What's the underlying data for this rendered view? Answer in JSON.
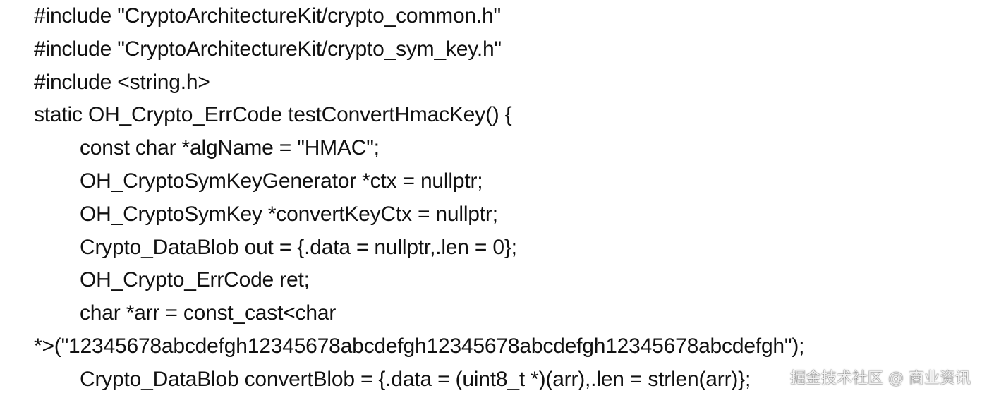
{
  "code": {
    "lines": [
      "#include \"CryptoArchitectureKit/crypto_common.h\"",
      "#include \"CryptoArchitectureKit/crypto_sym_key.h\"",
      "#include <string.h>",
      "static OH_Crypto_ErrCode testConvertHmacKey() {",
      "const char *algName = \"HMAC\";",
      "OH_CryptoSymKeyGenerator *ctx = nullptr;",
      "OH_CryptoSymKey *convertKeyCtx = nullptr;",
      "Crypto_DataBlob out = {.data = nullptr,.len = 0};",
      "OH_Crypto_ErrCode ret;",
      "char *arr = const_cast<char",
      "*>(\"12345678abcdefgh12345678abcdefgh12345678abcdefgh12345678abcdefgh\");",
      "Crypto_DataBlob convertBlob = {.data = (uint8_t *)(arr),.len = strlen(arr)};"
    ]
  },
  "watermark": {
    "text": "掘金技术社区 @ 商业资讯"
  }
}
